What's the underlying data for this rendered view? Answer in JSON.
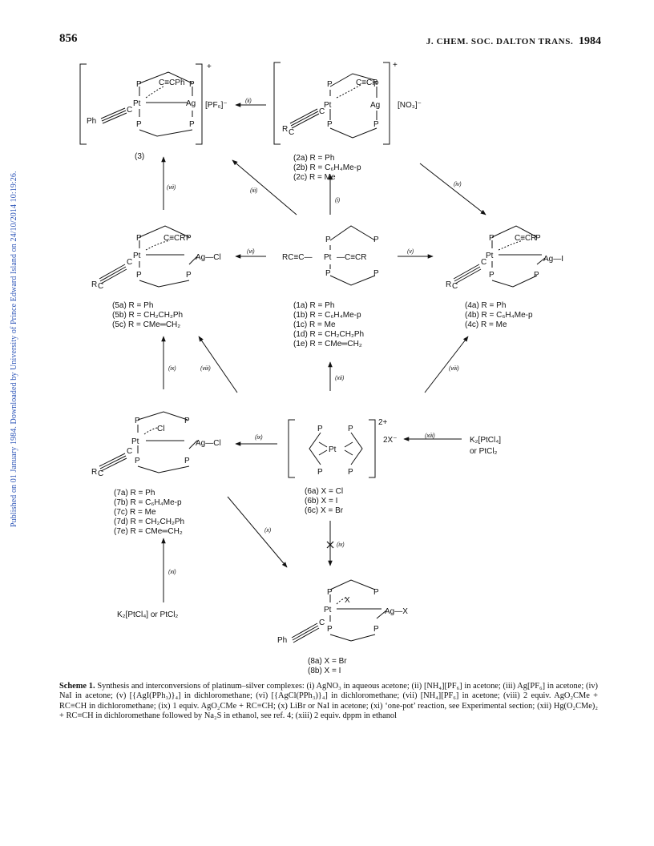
{
  "header": {
    "page_number": "856",
    "journal": "J. CHEM. SOC. DALTON TRANS.",
    "year": "1984"
  },
  "side_note": "Published on 01 January 1984. Downloaded by University of Prince Edward Island on 24/10/2014 10:19:26.",
  "scheme": {
    "atoms": {
      "P": "P",
      "Pt": "Pt",
      "Ag": "Ag",
      "Ag_Cl": "Ag—Cl",
      "Ag_I": "Ag—I",
      "Ag_X": "Ag—X",
      "Cl": "Cl",
      "X": "X",
      "R": "R",
      "Ph": "Ph",
      "C": "C",
      "CCPh": "C≡CPh",
      "CCR": "C≡CR",
      "RC_tr": "RC≡C—",
      "Pt_tr": "Pt",
      "CCR_tr": "—C≡CR"
    },
    "anions": {
      "PF6": "[PF₆]⁻",
      "NO3": "[NO₃]⁻",
      "X2": "2X⁻"
    },
    "charges": {
      "plus": "+",
      "two_plus": "2+"
    },
    "conditions": {
      "i": "(i)",
      "ii": "(ii)",
      "iii": "(iii)",
      "iv": "(iv)",
      "v": "(v)",
      "vi": "(vi)",
      "vii": "(vii)",
      "viii_a": "(viii)",
      "viii_b": "(viii)",
      "ix_a": "(ix)",
      "ix_b": "(ix)",
      "ix_c": "(ix)",
      "x": "(x)",
      "xi": "(xi)",
      "xii": "(xii)",
      "xiii": "(xiii)"
    },
    "reagents": {
      "K2PtCl4_top": "K₂[PtCl₄]",
      "or_PtCl2_top": "or PtCl₂",
      "K2PtCl4_bottom": "K₂[PtCl₄] or PtCl₂"
    },
    "compounds": {
      "c3": [
        "(3)"
      ],
      "c2": [
        "(2a) R = Ph",
        "(2b) R = C₆H₄Me-p",
        "(2c) R = Me"
      ],
      "c5": [
        "(5a) R = Ph",
        "(5b) R = CH₂CH₂Ph",
        "(5c) R = CMe═CH₂"
      ],
      "c1": [
        "(1a) R = Ph",
        "(1b) R = C₆H₄Me-p",
        "(1c) R = Me",
        "(1d) R = CH₂CH₂Ph",
        "(1e) R = CMe═CH₂"
      ],
      "c4": [
        "(4a) R = Ph",
        "(4b) R = C₆H₄Me-p",
        "(4c) R = Me"
      ],
      "c7": [
        "(7a) R = Ph",
        "(7b) R = C₆H₄Me-p",
        "(7c) R = Me",
        "(7d) R = CH₂CH₂Ph",
        "(7e) R = CMe═CH₂"
      ],
      "c6": [
        "(6a) X = Cl",
        "(6b) X = I",
        "(6c) X = Br"
      ],
      "c8": [
        "(8a) X = Br",
        "(8b) X = I"
      ]
    }
  },
  "caption": {
    "label": "Scheme 1.",
    "text": "Synthesis and interconversions of platinum–silver complexes: (i) AgNO₃ in aqueous acetone; (ii) [NH₄][PF₆] in acetone; (iii) Ag[PF₆] in acetone; (iv) NaI in acetone; (v) [{AgI(PPh₃)}₄] in dichloromethane; (vi) [{AgCl(PPh₃)}₄] in dichloromethane; (vii) [NH₄][PF₆] in acetone; (viii) 2 equiv. AgO₂CMe + RC≡CH in dichloromethane; (ix) 1 equiv. AgO₂CMe + RC≡CH; (x) LiBr or NaI in acetone; (xi) ‘one-pot’ reaction, see Experimental section; (xii) Hg(O₂CMe)₂ + RC≡CH in dichloromethane followed by Na₂S in ethanol, see ref. 4; (xiii) 2 equiv. dppm in ethanol"
  }
}
